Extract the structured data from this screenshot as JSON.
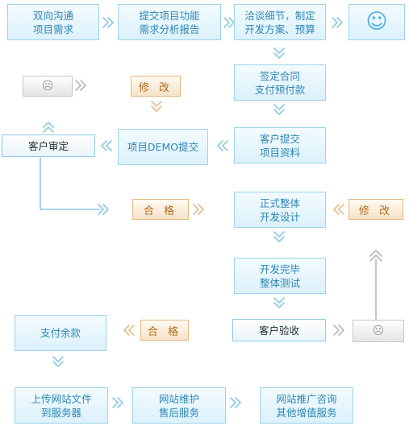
{
  "boxes": {
    "req_comm": "双向沟通\n项目需求",
    "func_report": "提交项目功能\n需求分析报告",
    "plan_budget": "洽谈细节，制定\n开发方案、预算",
    "happy_face": "☺",
    "contract": "签定合同\n支付预付款",
    "sad_face_top": "☹",
    "modify_top": "修 改",
    "client_review": "客户审定",
    "demo_submit": "项目DEMO提交",
    "client_materials": "客户提交\n项目资料",
    "approved_1": "合 格",
    "formal_design": "正式整体\n开发设计",
    "modify_right": "修 改",
    "dev_complete": "开发完毕\n整体测试",
    "balance": "支付余款",
    "approved_2": "合 格",
    "acceptance": "客户验收",
    "sad_face_bottom": "☹",
    "upload": "上传网站文件\n到服务器",
    "maintenance": "网站维护\n售后服务",
    "promotion": "网站推广咨询\n其他增值服务"
  },
  "colors": {
    "box_border": "#9ed3ea",
    "box_text": "#2d86b6",
    "tag_border": "#e2b982",
    "tag_text": "#b06a1d",
    "arrow_blue": "#8ec9e2",
    "arrow_orange": "#e3bd8d",
    "arrow_grey": "#b8b8b8"
  }
}
